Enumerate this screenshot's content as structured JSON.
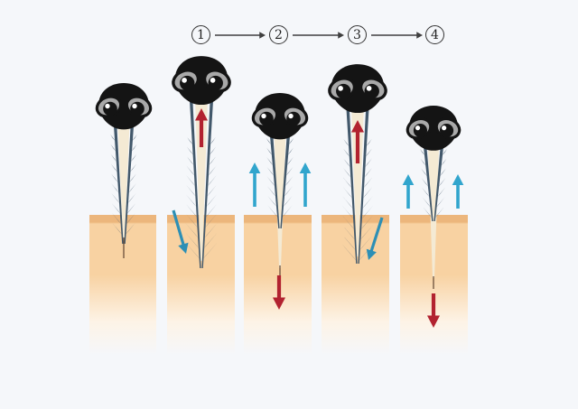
{
  "figure": {
    "sequence": {
      "steps": [
        "1",
        "2",
        "3",
        "4"
      ]
    },
    "stages": [
      {
        "name": "initial-contact",
        "step_label": "",
        "arrows": []
      },
      {
        "name": "step-1",
        "step_label": "1",
        "arrows": [
          "red-up-hypostome",
          "teal-down-right-into-skin"
        ]
      },
      {
        "name": "step-2",
        "step_label": "2",
        "arrows": [
          "blue-up-left",
          "blue-up-right",
          "red-down-in-skin"
        ]
      },
      {
        "name": "step-3",
        "step_label": "3",
        "arrows": [
          "red-up-hypostome",
          "teal-down-left-into-skin"
        ]
      },
      {
        "name": "step-4",
        "step_label": "4",
        "arrows": [
          "blue-up-left",
          "blue-up-right",
          "red-down-in-skin"
        ]
      }
    ],
    "skin_columns": 5,
    "colors": {
      "background": "#f5f7fa",
      "skin_top_band": "#ecb67c",
      "skin_body": "#f8d2a2",
      "skin_fade": "#fdf3e6",
      "barb": "#42586b",
      "hypostome": "#f4ead4",
      "tip_line": "#6a4f3a",
      "head": "#141414",
      "palp": "#a9a9a9",
      "eye_highlight": "#ffffff",
      "red_arrow": "#b22230",
      "blue_arrow": "#31a5cd",
      "teal_arrow": "#2d8fb5",
      "flow_arrow": "#3f3f3f",
      "step_circle_border": "#333333",
      "step_text": "#222222"
    }
  }
}
